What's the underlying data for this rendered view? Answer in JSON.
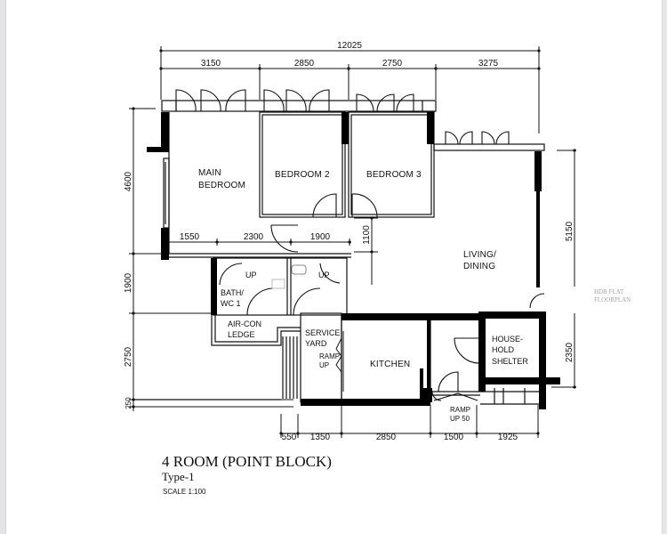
{
  "plan": {
    "title": "4 ROOM (POINT BLOCK)",
    "subtitle": "Type-1",
    "scale": "SCALE 1:100"
  },
  "dimensions": {
    "overall_width": "12025",
    "top": [
      "3150",
      "2850",
      "2750",
      "3275"
    ],
    "left": [
      "4600",
      "1900",
      "2750",
      "250"
    ],
    "right": [
      "5150",
      "2350"
    ],
    "middle_row": [
      "1550",
      "2300",
      "1900"
    ],
    "middle_vertical": "1100",
    "bottom": [
      "550",
      "1350",
      "2850",
      "1500",
      "1925"
    ]
  },
  "rooms": {
    "main_bedroom_line1": "MAIN",
    "main_bedroom_line2": "BEDROOM",
    "bedroom2": "BEDROOM 2",
    "bedroom3": "BEDROOM 3",
    "living_line1": "LIVING/",
    "living_line2": "DINING",
    "bath1_line1": "BATH/",
    "bath1_line2": "WC 1",
    "bath_up1": "UP",
    "bath_up2": "UP",
    "aircon_line1": "AIR-CON",
    "aircon_line2": "LEDGE",
    "yard_line1": "SERVICE",
    "yard_line2": "YARD",
    "ramp_line1": "RAMP",
    "ramp_line2": "UP",
    "kitchen": "KITCHEN",
    "shelter_line1": "HOUSE-",
    "shelter_line2": "HOLD",
    "shelter_line3": "SHELTER",
    "entrance_ramp_line1": "RAMP",
    "entrance_ramp_line2": "UP 50"
  },
  "watermark": {
    "line1": "HDB FLAT",
    "line2": "FLOORPLAN"
  },
  "colors": {
    "wall": "#000000",
    "line": "#111111",
    "background": "#ffffff"
  }
}
